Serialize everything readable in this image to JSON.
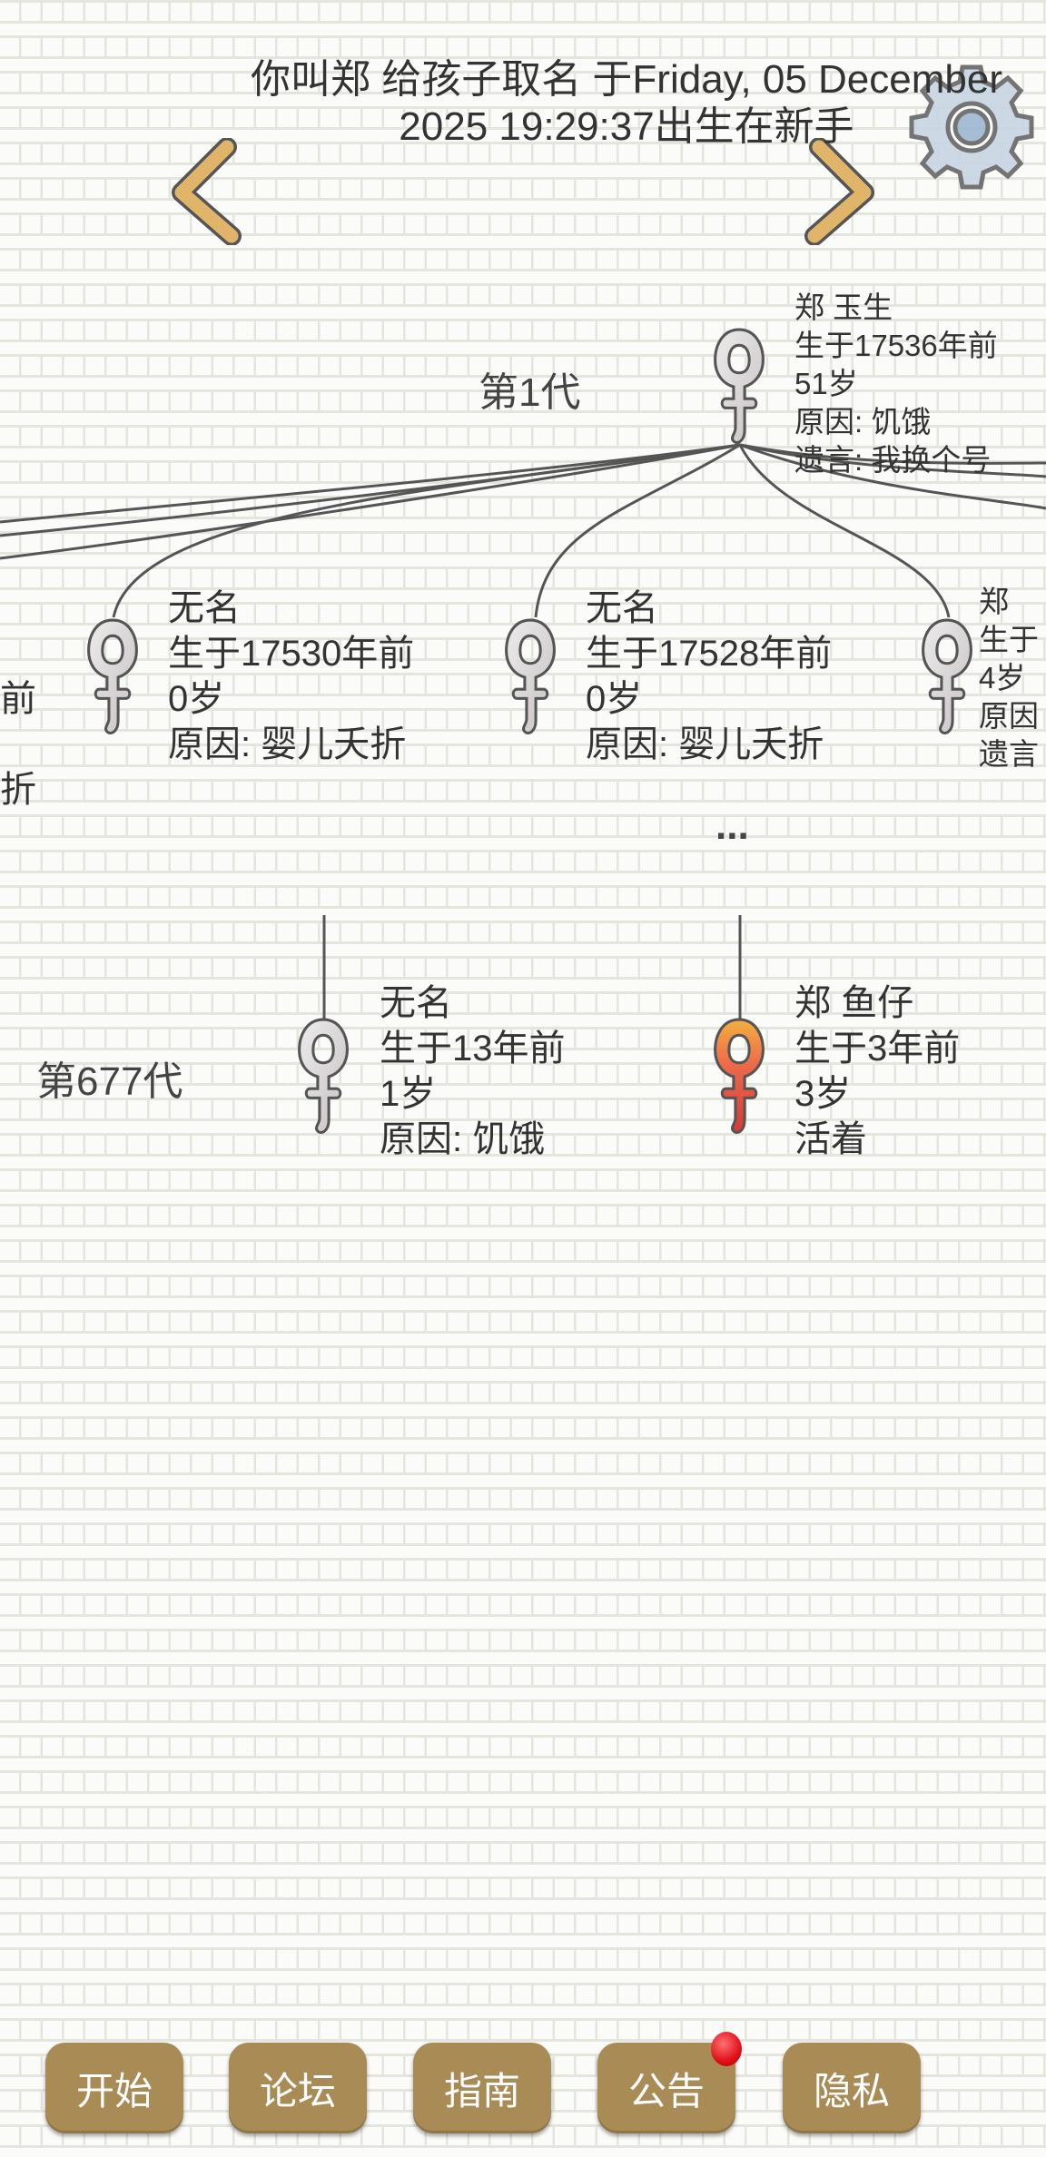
{
  "header": {
    "title_line1": "你叫郑 给孩子取名 于Friday, 05 December",
    "title_line2": "2025 19:29:37出生在新手",
    "prev_icon": "chevron-left-icon",
    "next_icon": "chevron-right-icon",
    "settings_icon": "gear-icon"
  },
  "generation1": {
    "label": "第1代",
    "root": {
      "name": "郑 玉生",
      "born": "生于17536年前",
      "age": "51岁",
      "cause": "原因:  饥饿",
      "last_words": "遗言:  我换个号"
    },
    "children": [
      {
        "name": "",
        "born": "前",
        "age": "",
        "cause": "折"
      },
      {
        "name": "无名",
        "born": "生于17530年前",
        "age": "0岁",
        "cause": "原因:  婴儿夭折"
      },
      {
        "name": "无名",
        "born": "生于17528年前",
        "age": "0岁",
        "cause": "原因:  婴儿夭折"
      },
      {
        "name": "郑",
        "born": "生于",
        "age": "4岁",
        "cause": "原因",
        "last_words": "遗言"
      }
    ]
  },
  "ellipsis": "...",
  "generation677": {
    "label": "第677代",
    "members": [
      {
        "name": "无名",
        "born": "生于13年前",
        "age": "1岁",
        "cause": "原因:  饥饿",
        "status": "dead"
      },
      {
        "name": "郑 鱼仔",
        "born": "生于3年前",
        "age": "3岁",
        "cause": "活着",
        "status": "alive"
      }
    ]
  },
  "nav": {
    "buttons": [
      "开始",
      "论坛",
      "指南",
      "公告",
      "隐私"
    ],
    "badge_on": "公告",
    "button_color": "#a98b55",
    "badge_color": "#e0101a"
  },
  "icons": {
    "person": "female-symbol-icon"
  },
  "colors": {
    "dead": "#d6d2d2",
    "alive": "#e8553c"
  }
}
